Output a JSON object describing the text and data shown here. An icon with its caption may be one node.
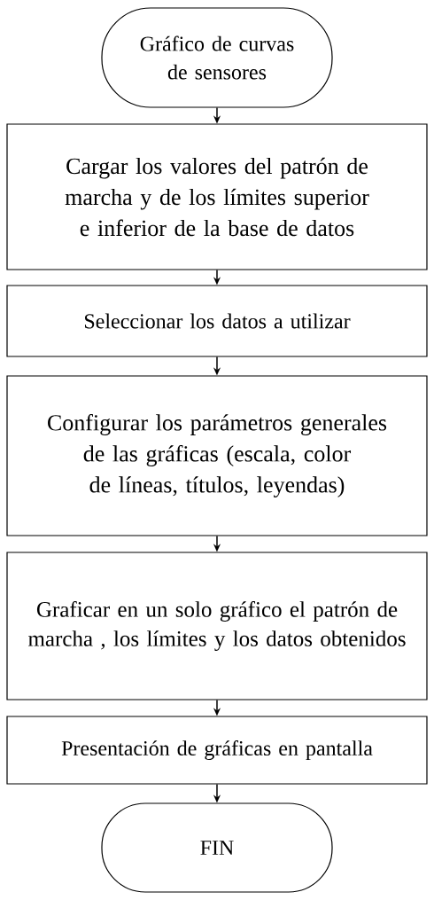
{
  "diagram": {
    "nodes": [
      {
        "text": [
          "Gráfico de curvas de sensores"
        ]
      },
      {
        "text": [
          "Cargar los valores del patrón de marcha y de los límites superior e inferior de la base de datos"
        ]
      },
      {
        "text": [
          "Seleccionar los datos a utilizar"
        ]
      },
      {
        "text": [
          "Configurar los parámetros generales de las gráficas (escala, color de líneas, títulos, leyendas)"
        ]
      },
      {
        "text": [
          "Graficar en un solo gráfico el patrón de marcha , los límites y los datos obtenidos"
        ]
      },
      {
        "text": [
          "Presentación de gráficas en pantalla"
        ]
      },
      {
        "text": [
          "FIN"
        ]
      }
    ],
    "edges": [
      {
        "from": 0,
        "to": 1,
        "arrow": "to"
      },
      {
        "from": 1,
        "to": 2,
        "arrow": "to"
      },
      {
        "from": 2,
        "to": 3,
        "arrow": "to"
      },
      {
        "from": 3,
        "to": 4,
        "arrow": "to"
      },
      {
        "from": 4,
        "to": 5,
        "arrow": "to"
      },
      {
        "from": 5,
        "to": 6,
        "arrow": "to"
      }
    ]
  }
}
